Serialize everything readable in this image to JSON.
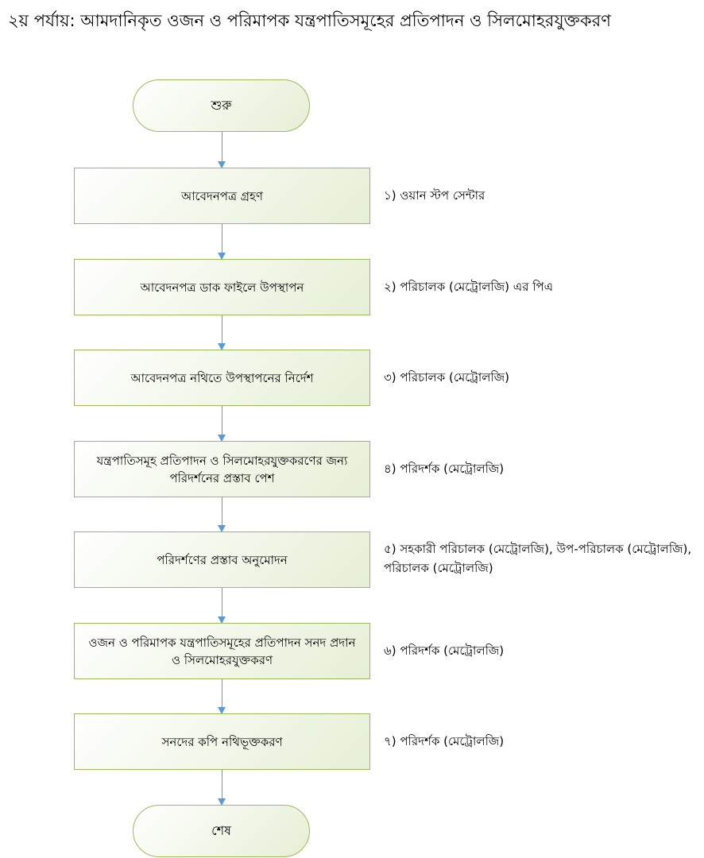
{
  "title": "২য় পর্যায়: আমদানিকৃত ওজন ও পরিমাপক যন্ত্রপাতিসমূহের প্রতিপাদন ও সিলমোহরযুক্তকরণ",
  "start_label": "শুরু",
  "end_label": "শেষ",
  "steps": [
    {
      "label": "আবেদনপত্র গ্রহণ",
      "role": "১) ওয়ান স্টপ সেন্টার"
    },
    {
      "label": "আবেদনপত্র ডাক ফাইলে উপস্থাপন",
      "role": "২) পরিচালক (মেট্রোলজি) এর পিএ"
    },
    {
      "label": "আবেদনপত্র নথিতে  উপস্থাপনের নির্দেশ",
      "role": "৩) পরিচালক (মেট্রোলজি)"
    },
    {
      "label": "যন্ত্রপাতিসমূহ প্রতিপাদন ও সিলমোহরযুক্তকরণের জন্য পরিদর্শনের প্রস্তাব পেশ",
      "role": "৪) পরিদর্শক (মেট্রোলজি)"
    },
    {
      "label": "পরিদর্শণের প্রস্তাব অনুমোদন",
      "role": "৫) সহকারী পরিচালক (মেট্রোলজি), উপ-পরিচালক (মেট্রোলজি), পরিচালক (মেট্রোলজি)"
    },
    {
      "label": "ওজন ও পরিমাপক যন্ত্রপাতিসমূহের প্রতিপাদন সনদ প্রদান ও সিলমোহরযুক্তকরণ",
      "role": "৬) পরিদর্শক (মেট্রোলজি)"
    },
    {
      "label": "সনদের কপি নথিভূক্তকরণ",
      "role": "৭) পরিদর্শক (মেট্রোলজি)"
    }
  ],
  "colors": {
    "border": "#9bbb59",
    "fill": "#e6efd6",
    "arrow": "#5b9bd5"
  }
}
